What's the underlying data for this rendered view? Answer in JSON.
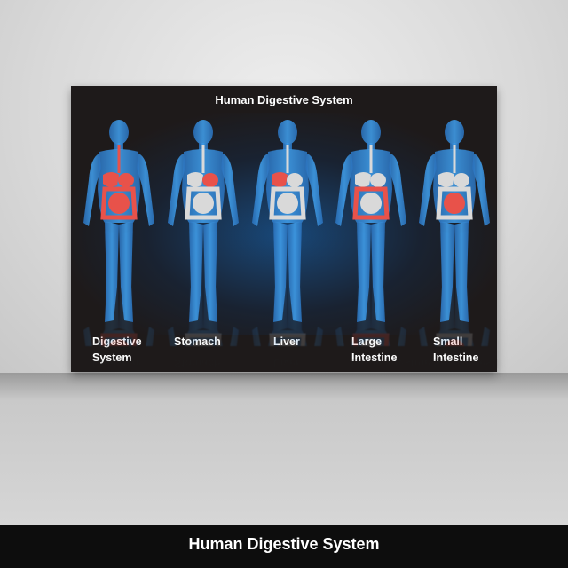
{
  "poster": {
    "title": "Human Digestive System",
    "figures": [
      {
        "label_lines": [
          "Digestive",
          "System"
        ],
        "highlight": "all"
      },
      {
        "label_lines": [
          "Stomach"
        ],
        "highlight": "stomach"
      },
      {
        "label_lines": [
          "Liver"
        ],
        "highlight": "liver"
      },
      {
        "label_lines": [
          "Large",
          "Intestine"
        ],
        "highlight": "large-intestine"
      },
      {
        "label_lines": [
          "Small",
          "Intestine"
        ],
        "highlight": "small-intestine"
      }
    ]
  },
  "banner": {
    "title": "Human Digestive System"
  },
  "colors": {
    "background": "#1e1a1a",
    "body": "#3f9be6",
    "organ_highlight": "#e8524a",
    "organ_muted": "#d9d9d9"
  }
}
